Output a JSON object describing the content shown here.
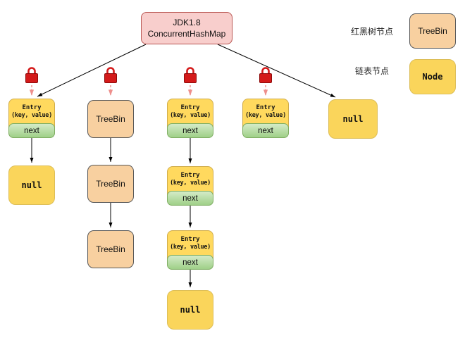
{
  "title": {
    "line1": "JDK1.8",
    "line2": "ConcurrentHashMap"
  },
  "legend": {
    "items": [
      {
        "label": "红黑树节点",
        "node": "TreeBin"
      },
      {
        "label": "链表节点",
        "node": "Node"
      }
    ]
  },
  "nodes": {
    "entry": {
      "title": "Entry",
      "subtitle": "(key, value)",
      "next": "next"
    },
    "treebin": "TreeBin",
    "null_label": "null"
  },
  "structure": {
    "buckets": [
      {
        "index": 1,
        "locked": true,
        "chain": [
          "Entry",
          "null"
        ]
      },
      {
        "index": 2,
        "locked": true,
        "chain": [
          "TreeBin",
          "TreeBin",
          "TreeBin"
        ]
      },
      {
        "index": 3,
        "locked": true,
        "chain": [
          "Entry",
          "Entry",
          "Entry",
          "null"
        ]
      },
      {
        "index": 4,
        "locked": true,
        "chain": [
          "Entry"
        ]
      },
      {
        "index": 5,
        "locked": false,
        "chain": [
          "null"
        ]
      }
    ]
  },
  "icons": {
    "lock": "red-padlock"
  },
  "colors": {
    "root_fill": "#f8cecc",
    "root_stroke": "#b85450",
    "entry_fill": "#ffd95e",
    "entry_stroke": "#d0ac4a",
    "next_fill": "#a9d490",
    "next_stroke": "#7fae63",
    "treebin_fill": "#f8d0a0",
    "treebin_stroke": "#595959",
    "null_fill": "#fad55b",
    "null_stroke": "#ddbe58",
    "lock_red": "#d41a1a",
    "dashed_arrow": "#ee8f8c",
    "connector": "#000000"
  }
}
